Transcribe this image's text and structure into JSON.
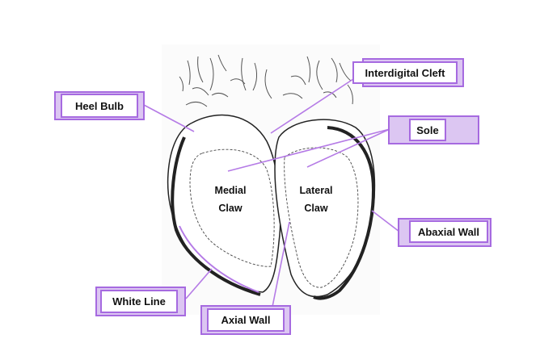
{
  "labels": {
    "heel_bulb": "Heel Bulb",
    "interdigital_cleft": "Interdigital Cleft",
    "sole": "Sole",
    "abaxial_wall": "Abaxial Wall",
    "white_line": "White Line",
    "axial_wall": "Axial Wall",
    "medial_claw_line1": "Medial",
    "medial_claw_line2": "Claw",
    "lateral_claw_line1": "Lateral",
    "lateral_claw_line2": "Claw"
  },
  "colors": {
    "accent": "#a66ae0",
    "accent_fill": "#dcc6f2",
    "leader": "#b57be6",
    "outline": "#222222"
  }
}
